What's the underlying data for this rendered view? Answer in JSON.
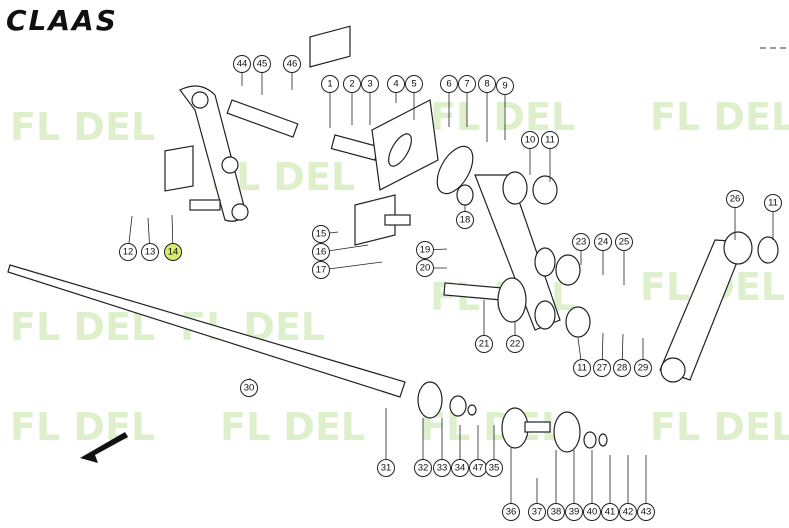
{
  "brand": "CLAAS",
  "watermark": "FL DEL",
  "highlight_color": "#d6ec6b",
  "callouts": [
    "44",
    "45",
    "46",
    "1",
    "2",
    "3",
    "4",
    "5",
    "6",
    "7",
    "8",
    "9",
    "10",
    "11",
    "11",
    "11",
    "12",
    "13",
    "14",
    "15",
    "16",
    "17",
    "18",
    "19",
    "20",
    "21",
    "22",
    "23",
    "24",
    "25",
    "26",
    "27",
    "28",
    "29",
    "30",
    "31",
    "32",
    "33",
    "34",
    "47",
    "35",
    "36",
    "37",
    "38",
    "39",
    "40",
    "41",
    "42",
    "43"
  ],
  "highlighted": "14"
}
